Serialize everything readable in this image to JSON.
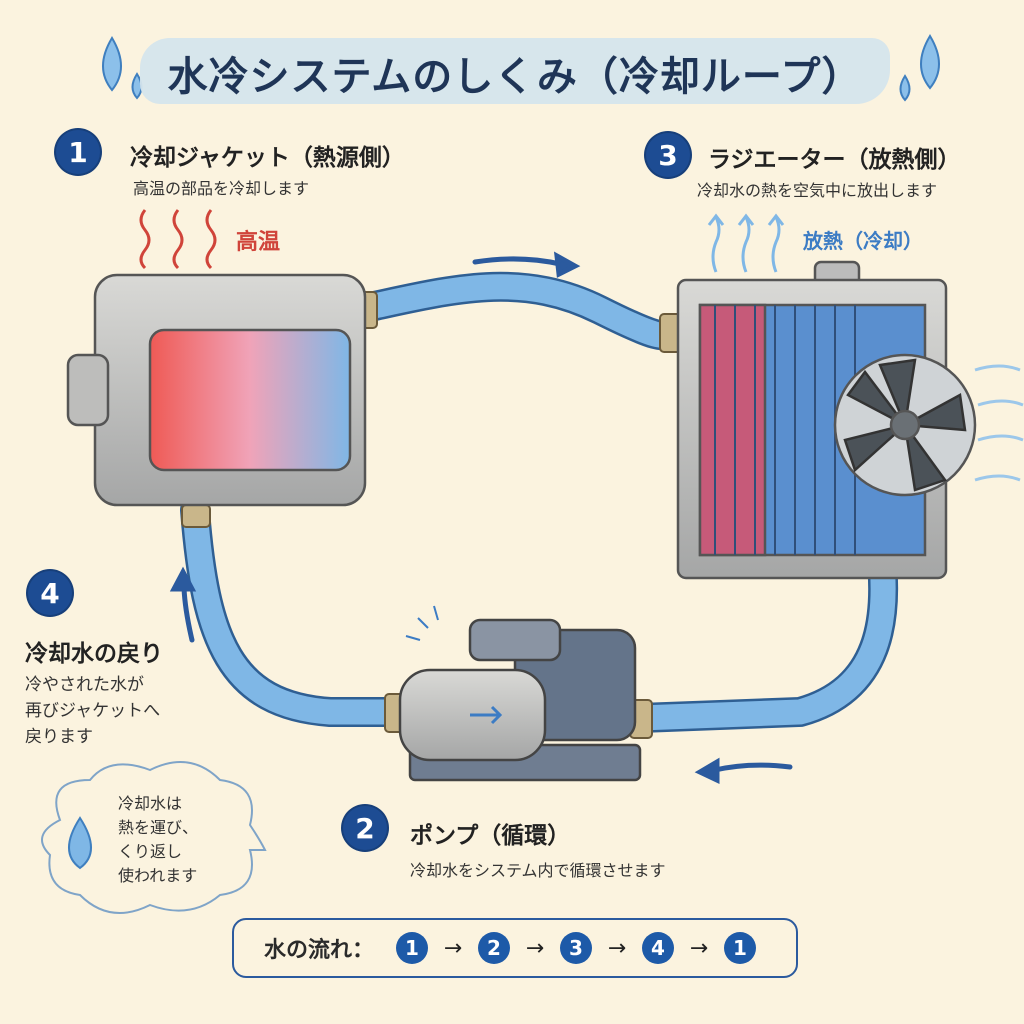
{
  "title": "水冷システムのしくみ（冷却ループ）",
  "colors": {
    "background": "#fbf3df",
    "navy": "#1d4c93",
    "hot": "#d0443a",
    "cool": "#3c7cc4",
    "water": "#7fb7e6"
  },
  "sections": [
    {
      "number": "1",
      "heading": "冷却ジャケット（熱源側）",
      "description": "高温の部品を冷却します",
      "tag": "高温"
    },
    {
      "number": "2",
      "heading": "ポンプ（循環）",
      "description": "冷却水をシステム内で循環させます"
    },
    {
      "number": "3",
      "heading": "ラジエーター（放熱側）",
      "description": "冷却水の熱を空気中に放出します",
      "tag": "放熱（冷却）"
    },
    {
      "number": "4",
      "heading": "冷却水の戻り",
      "description_lines": [
        "冷やされた水が",
        "再びジャケットへ",
        "戻ります"
      ]
    }
  ],
  "bubble": {
    "icon": "water-drop-icon",
    "lines": [
      "冷却水は",
      "熱を運び、",
      "くり返し",
      "使われます"
    ]
  },
  "flow": {
    "label": "水の流れ：",
    "steps": [
      "1",
      "2",
      "3",
      "4",
      "1"
    ],
    "arrow": "→"
  }
}
